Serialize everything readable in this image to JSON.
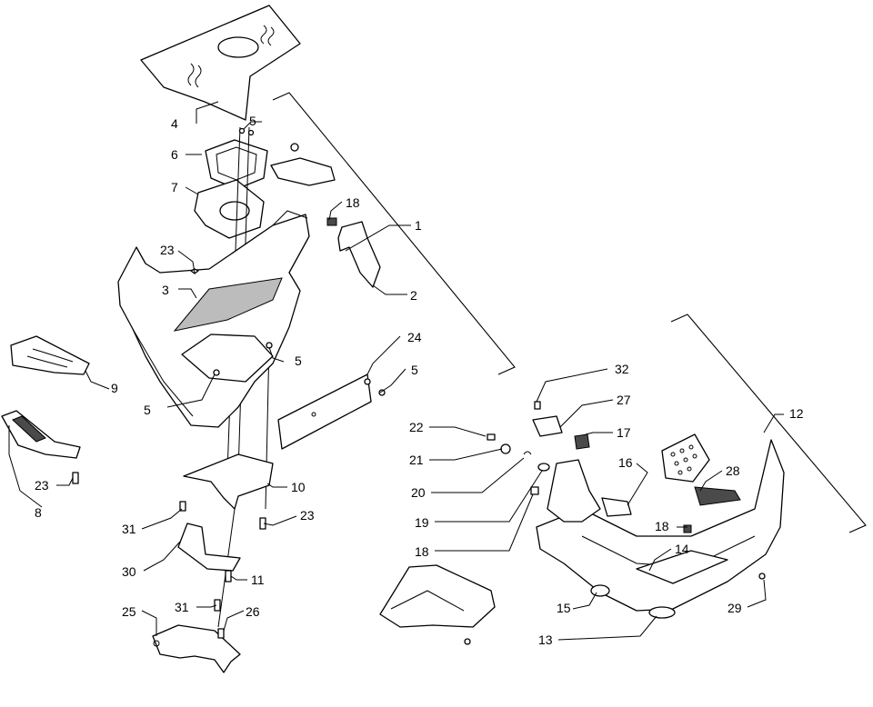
{
  "callouts": [
    {
      "label": "1"
    },
    {
      "label": "2"
    },
    {
      "label": "3"
    },
    {
      "label": "4"
    },
    {
      "label": "5"
    },
    {
      "label": "5"
    },
    {
      "label": "5"
    },
    {
      "label": "5"
    },
    {
      "label": "6"
    },
    {
      "label": "7"
    },
    {
      "label": "8"
    },
    {
      "label": "9"
    },
    {
      "label": "10"
    },
    {
      "label": "11"
    },
    {
      "label": "12"
    },
    {
      "label": "13"
    },
    {
      "label": "14"
    },
    {
      "label": "15"
    },
    {
      "label": "16"
    },
    {
      "label": "17"
    },
    {
      "label": "18"
    },
    {
      "label": "18"
    },
    {
      "label": "18"
    },
    {
      "label": "19"
    },
    {
      "label": "20"
    },
    {
      "label": "21"
    },
    {
      "label": "22"
    },
    {
      "label": "23"
    },
    {
      "label": "23"
    },
    {
      "label": "23"
    },
    {
      "label": "24"
    },
    {
      "label": "25"
    },
    {
      "label": "26"
    },
    {
      "label": "27"
    },
    {
      "label": "28"
    },
    {
      "label": "29"
    },
    {
      "label": "30"
    },
    {
      "label": "31"
    },
    {
      "label": "31"
    },
    {
      "label": "32"
    }
  ]
}
